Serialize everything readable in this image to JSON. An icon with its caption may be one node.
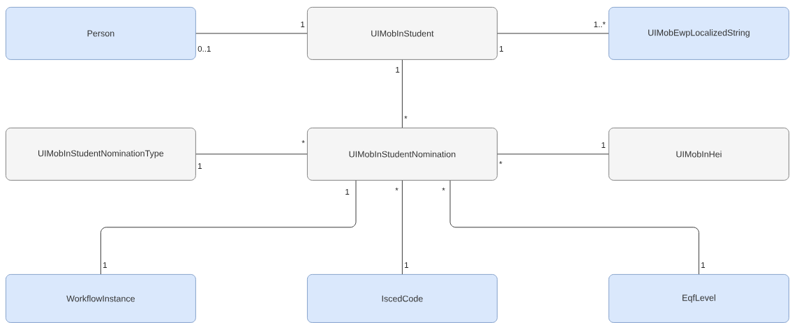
{
  "diagram": {
    "nodes": [
      {
        "text": [
          "Person"
        ]
      },
      {
        "text": [
          "UIMobInStudent"
        ]
      },
      {
        "text": [
          "UIMobEwpLocalizedString"
        ]
      },
      {
        "text": [
          "UIMobInStudentNominationType"
        ]
      },
      {
        "text": [
          "UIMobInStudentNomination"
        ]
      },
      {
        "text": [
          "UIMobInHei"
        ]
      },
      {
        "text": [
          "WorkflowInstance"
        ]
      },
      {
        "text": [
          "IscedCode"
        ]
      },
      {
        "text": [
          "EqfLevel"
        ]
      }
    ],
    "edges": [
      {
        "from": 0,
        "to": 1,
        "arrow": "none"
      },
      {
        "from": 1,
        "to": 2,
        "arrow": "none"
      },
      {
        "from": 1,
        "to": 4,
        "arrow": "none"
      },
      {
        "from": 3,
        "to": 4,
        "arrow": "none"
      },
      {
        "from": 4,
        "to": 5,
        "arrow": "none"
      },
      {
        "from": 4,
        "to": 6,
        "arrow": "none"
      },
      {
        "from": 4,
        "to": 7,
        "arrow": "none"
      },
      {
        "from": 4,
        "to": 8,
        "arrow": "none"
      }
    ],
    "labels": [
      "1",
      "0..1",
      "1..*",
      "1",
      "1",
      "*",
      "*",
      "1",
      "1",
      "*",
      "1",
      "*",
      "*",
      "1",
      "1",
      "1"
    ]
  }
}
